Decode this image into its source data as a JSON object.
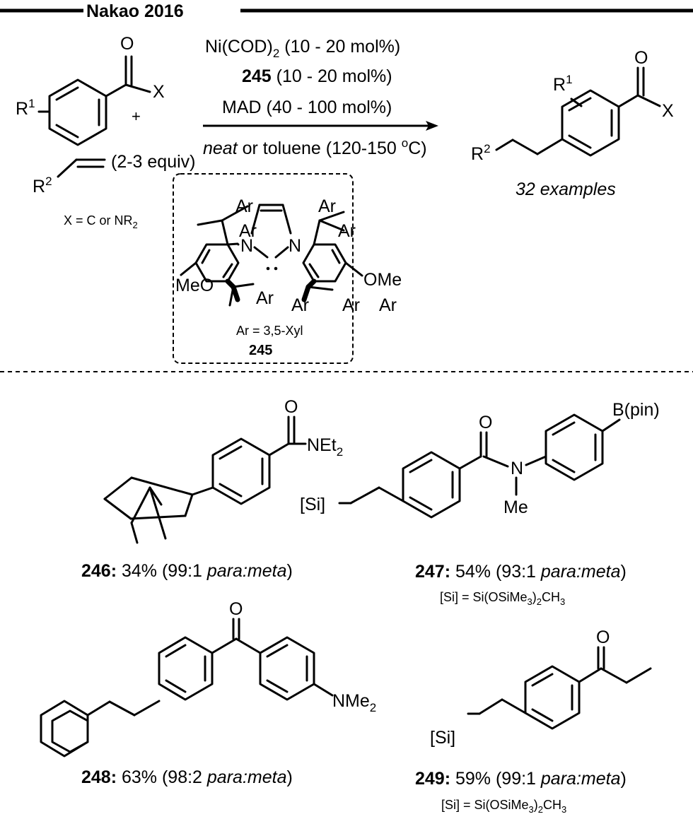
{
  "header": {
    "title": "Nakao 2016"
  },
  "reaction": {
    "arene_substituent": "R",
    "arene_substituent_sup": "1",
    "carbonyl_o": "O",
    "carbonyl_x": "X",
    "plus": "+",
    "alkene_substituent": "R",
    "alkene_substituent_sup": "2",
    "alkene_equiv": "(2-3 equiv)",
    "x_definition_pre": "X = C or NR",
    "x_definition_sub": "2",
    "conditions": {
      "catalyst_pre": "Ni(COD)",
      "catalyst_sub": "2",
      "catalyst_post": " (10 - 20 mol%)",
      "ligand_num": "245",
      "ligand_load": " (10 - 20 mol%)",
      "additive": "MAD (40 - 100 mol%)",
      "solvent_italic": "neat",
      "solvent_rest": " or toluene (120-150 ",
      "deg": "o",
      "unit": "C)"
    },
    "product": {
      "r1": "R",
      "r1_sup": "1",
      "o": "O",
      "x": "X",
      "r2": "R",
      "r2_sup": "2",
      "examples": "32 examples"
    }
  },
  "ligand": {
    "ar": "Ar",
    "n": "N",
    "meo": "MeO",
    "ome": "OMe",
    "ar_def": "Ar = 3,5-Xyl",
    "number": "245"
  },
  "products": [
    {
      "id": "246:",
      "yield": " 34% (99:1 ",
      "ratio_italic": "para:meta",
      "close": ")",
      "labels": {
        "o": "O",
        "amide": "NEt",
        "amide_sub": "2"
      }
    },
    {
      "id": "247:",
      "yield": " 54% (93:1 ",
      "ratio_italic": "para:meta",
      "close": ")",
      "note_pre": "[Si] = Si(OSiMe",
      "note_sub1": "3",
      "note_mid": ")",
      "note_sub2": "2",
      "note_post": "CH",
      "note_sub3": "3",
      "labels": {
        "o": "O",
        "n": "N",
        "me": "Me",
        "si": "[Si]",
        "bpin": "B(pin)"
      }
    },
    {
      "id": "248:",
      "yield": " 63% (98:2 ",
      "ratio_italic": "para:meta",
      "close": ")",
      "labels": {
        "o": "O",
        "amine": "NMe",
        "amine_sub": "2"
      }
    },
    {
      "id": "249:",
      "yield": " 59% (99:1 ",
      "ratio_italic": "para:meta",
      "close": ")",
      "note_pre": "[Si] = Si(OSiMe",
      "note_sub1": "3",
      "note_mid": ")",
      "note_sub2": "2",
      "note_post": "CH",
      "note_sub3": "3",
      "labels": {
        "o": "O",
        "si": "[Si]"
      }
    }
  ]
}
